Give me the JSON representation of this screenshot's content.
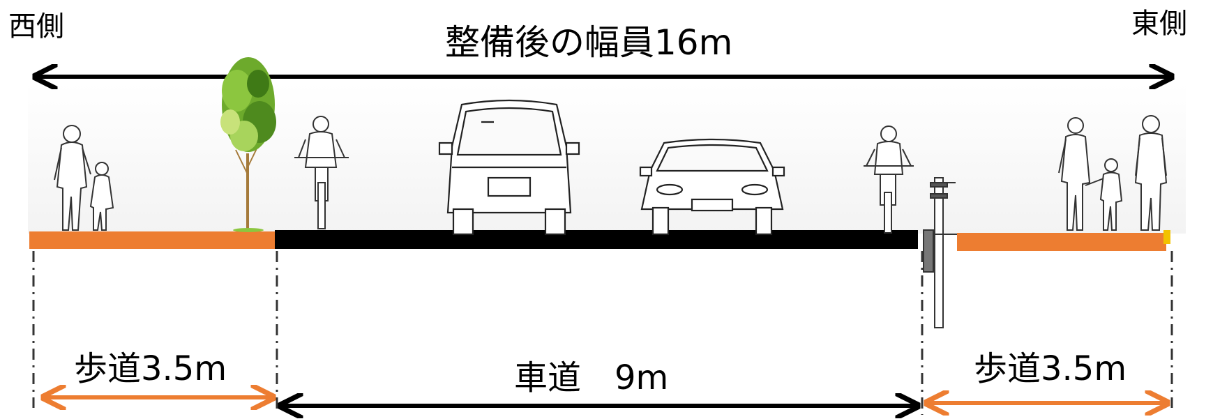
{
  "labels": {
    "west": "西側",
    "east": "東側",
    "total_width": "整備後の幅員16m",
    "sidewalk_west": "歩道3.5m",
    "roadway": "車道　9m",
    "sidewalk_east": "歩道3.5m"
  },
  "colors": {
    "sidewalk": "#ED7D31",
    "roadway": "#000000",
    "dimension_arrow": "#000000",
    "sidewalk_arrow": "#ED7D31",
    "tree_foliage": "#6DAA2C",
    "ground_strip": "#F2F2F2"
  },
  "icons": [
    "tree-icon",
    "pedestrian-mother-child-icon",
    "cyclist-icon",
    "van-icon",
    "sedan-icon",
    "utility-pole-icon",
    "family-pedestrians-icon"
  ]
}
